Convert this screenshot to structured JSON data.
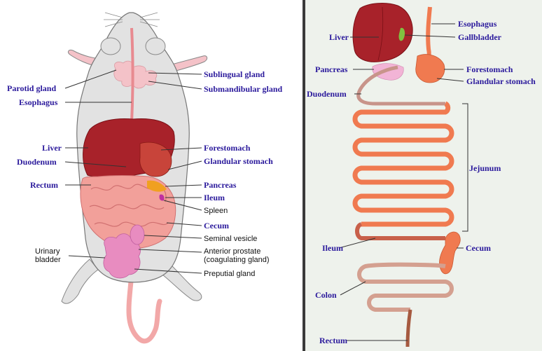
{
  "left_diagram": {
    "labels": {
      "parotid_gland": "Parotid gland",
      "esophagus": "Esophagus",
      "liver": "Liver",
      "duodenum": "Duodenum",
      "rectum": "Rectum",
      "urinary_bladder_line1": "Urinary",
      "urinary_bladder_line2": "bladder",
      "sublingual_gland": "Sublingual gland",
      "submandibular_gland": "Submandibular gland",
      "forestomach": "Forestomach",
      "glandular_stomach": "Glandular stomach",
      "pancreas": "Pancreas",
      "ileum": "Ileum",
      "spleen": "Spleen",
      "cecum": "Cecum",
      "seminal_vesicle": "Seminal vesicle",
      "anterior_prostate_line1": "Anterior prostate",
      "anterior_prostate_line2": "(coagulating gland)",
      "preputial_gland": "Preputial gland"
    }
  },
  "right_diagram": {
    "labels": {
      "esophagus": "Esophagus",
      "gallbladder": "Gallbladder",
      "liver": "Liver",
      "pancreas": "Pancreas",
      "forestomach": "Forestomach",
      "glandular_stomach": "Glandular stomach",
      "duodenum": "Duodenum",
      "jejunum": "Jejunum",
      "ileum": "Ileum",
      "cecum": "Cecum",
      "colon": "Colon",
      "rectum": "Rectum"
    }
  },
  "colors": {
    "label_text": "#2b1a9c",
    "liver": "#a8222a",
    "intestine": "#f07a50",
    "colon": "#d4a090",
    "gland_pink": "#f4c2c8",
    "bladder": "#e88cc0",
    "pancreas": "#f0a020",
    "divider": "#3a3a3a"
  }
}
